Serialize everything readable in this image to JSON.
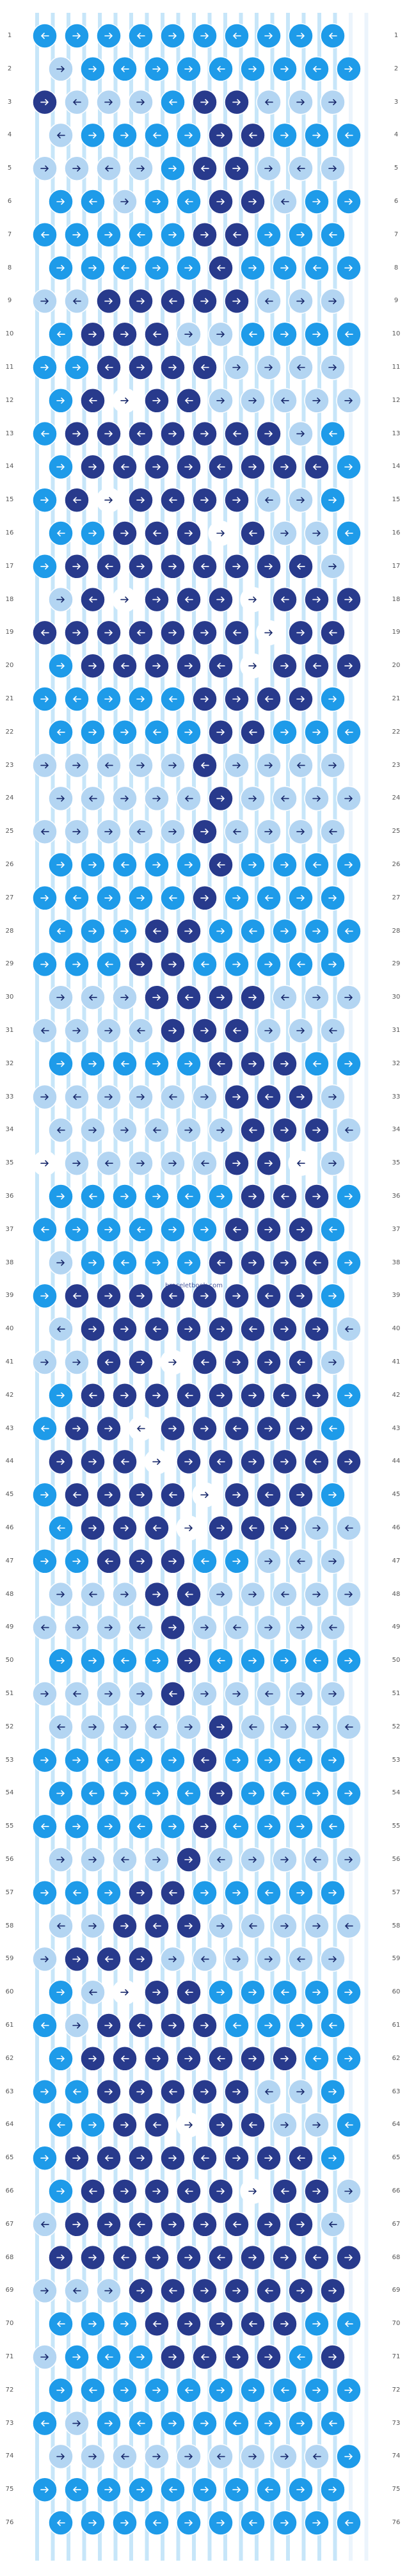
{
  "watermark": "braceletbook.com",
  "row_numbers": [
    "1",
    "2",
    "3",
    "4",
    "5",
    "6",
    "7",
    "8",
    "9",
    "10",
    "11",
    "12",
    "13",
    "14",
    "15",
    "16",
    "17",
    "18",
    "19",
    "20",
    "21",
    "22",
    "23",
    "24",
    "25",
    "26",
    "27",
    "28",
    "29",
    "30",
    "31",
    "32",
    "33",
    "34",
    "35",
    "36",
    "37",
    "38",
    "39",
    "40",
    "41",
    "42",
    "43",
    "44",
    "45",
    "46",
    "47",
    "48",
    "49",
    "50",
    "51",
    "52",
    "53",
    "54",
    "55",
    "56",
    "57",
    "58",
    "59",
    "60",
    "61",
    "62",
    "63",
    "64",
    "65",
    "66",
    "67",
    "68",
    "69",
    "70",
    "71",
    "72",
    "73",
    "74",
    "75",
    "76"
  ],
  "colors": {
    "A": "#1e9be9",
    "B": "#b3d5f2",
    "C": "#283a8c",
    "D": "#ffffff"
  },
  "icons": {
    "knot": "knot-circle-icon",
    "arrow_right": "arrow-right-icon",
    "arrow_left": "arrow-left-icon"
  },
  "strings_top": [
    "A",
    "A",
    "A",
    "A",
    "A",
    "A",
    "A",
    "A",
    "A",
    "A",
    "A",
    "A",
    "A",
    "A",
    "A",
    "A",
    "A",
    "A",
    "A",
    "A",
    "B",
    "B"
  ],
  "knot_rows": [
    "AAAAAAAAAA",
    "BAAAAAAAAA",
    "CBBBACCBBB",
    "BAAAACCAAA",
    "BBBBACCBBB",
    "AABAACCBAA",
    "AAAAACCAAA",
    "AAAAACAAAA",
    "BBCCCCCBBB",
    "ACCCBBAAAA",
    "AACCCCBBBB",
    "ACDCCBBBBB",
    "ACCCCCCCBA",
    "ACCCCCCCCA",
    "ACDCCCCBBA",
    "AACCCDCBBA",
    "ACCCCCCCCB",
    "BCDCCCDCCC",
    "CCCCCCCDCC",
    "ACCCCCDCCC",
    "AAAAACCCCA",
    "AAAAACCAAA",
    "BBBBBCBBBB",
    "BBBBBCBBBB",
    "BBBBBCBBBB",
    "AAAAACAAAA",
    "AAAAACAAAA",
    "AAACCAAAAA",
    "AAACCAAAAA",
    "BBBCCCCBBB",
    "BBBBCCCBBB",
    "AAAAACCCAA",
    "BBBBBBCCCB",
    "BBBBBBCCCB",
    "DBBBBBCCDB",
    "AAAAAACCCA",
    "AAAAAACCCA",
    "BAAAACCCCA",
    "ACCCCCCCCA",
    "BCCCCCCCCB",
    "BBCCDCCCCB",
    "ACCCCCCCCA",
    "ACCDCCCCCA",
    "CCCDCCCCCC",
    "ACCCCDCCCA",
    "ACCCDCCCBB",
    "AACCCAABBB",
    "BBBCCBBBBB",
    "BBBBCBBBBB",
    "AAAACAAAAA",
    "BBBBCBBBBB",
    "BBBBBCBBBB",
    "AAAAACAAAA",
    "AAAAACAAAA",
    "AAAAACAAAA",
    "BBBBCBBBBB",
    "AAACCAAAAA",
    "BBCCCBBBBB",
    "BCCCBBBBBB",
    "ABDCCAAAAA",
    "ABCCCCAAAA",
    "ACCCCCCCAA",
    "AACCCCCBBA",
    "AACCDCCBBA",
    "ACCCCCCCCA",
    "ACCCCCDCCB",
    "BCCCCCCCCB",
    "CCCCCCCCCC",
    "BBBCCCCCCC",
    "AAACCCCCAA",
    "BAAACCCCAC",
    "AAAAAAAAAA",
    "ABAAAAAAAA",
    "BBBBBBBBBA",
    "AAAAAAAAAA",
    "AAAAAAAAAA"
  ]
}
